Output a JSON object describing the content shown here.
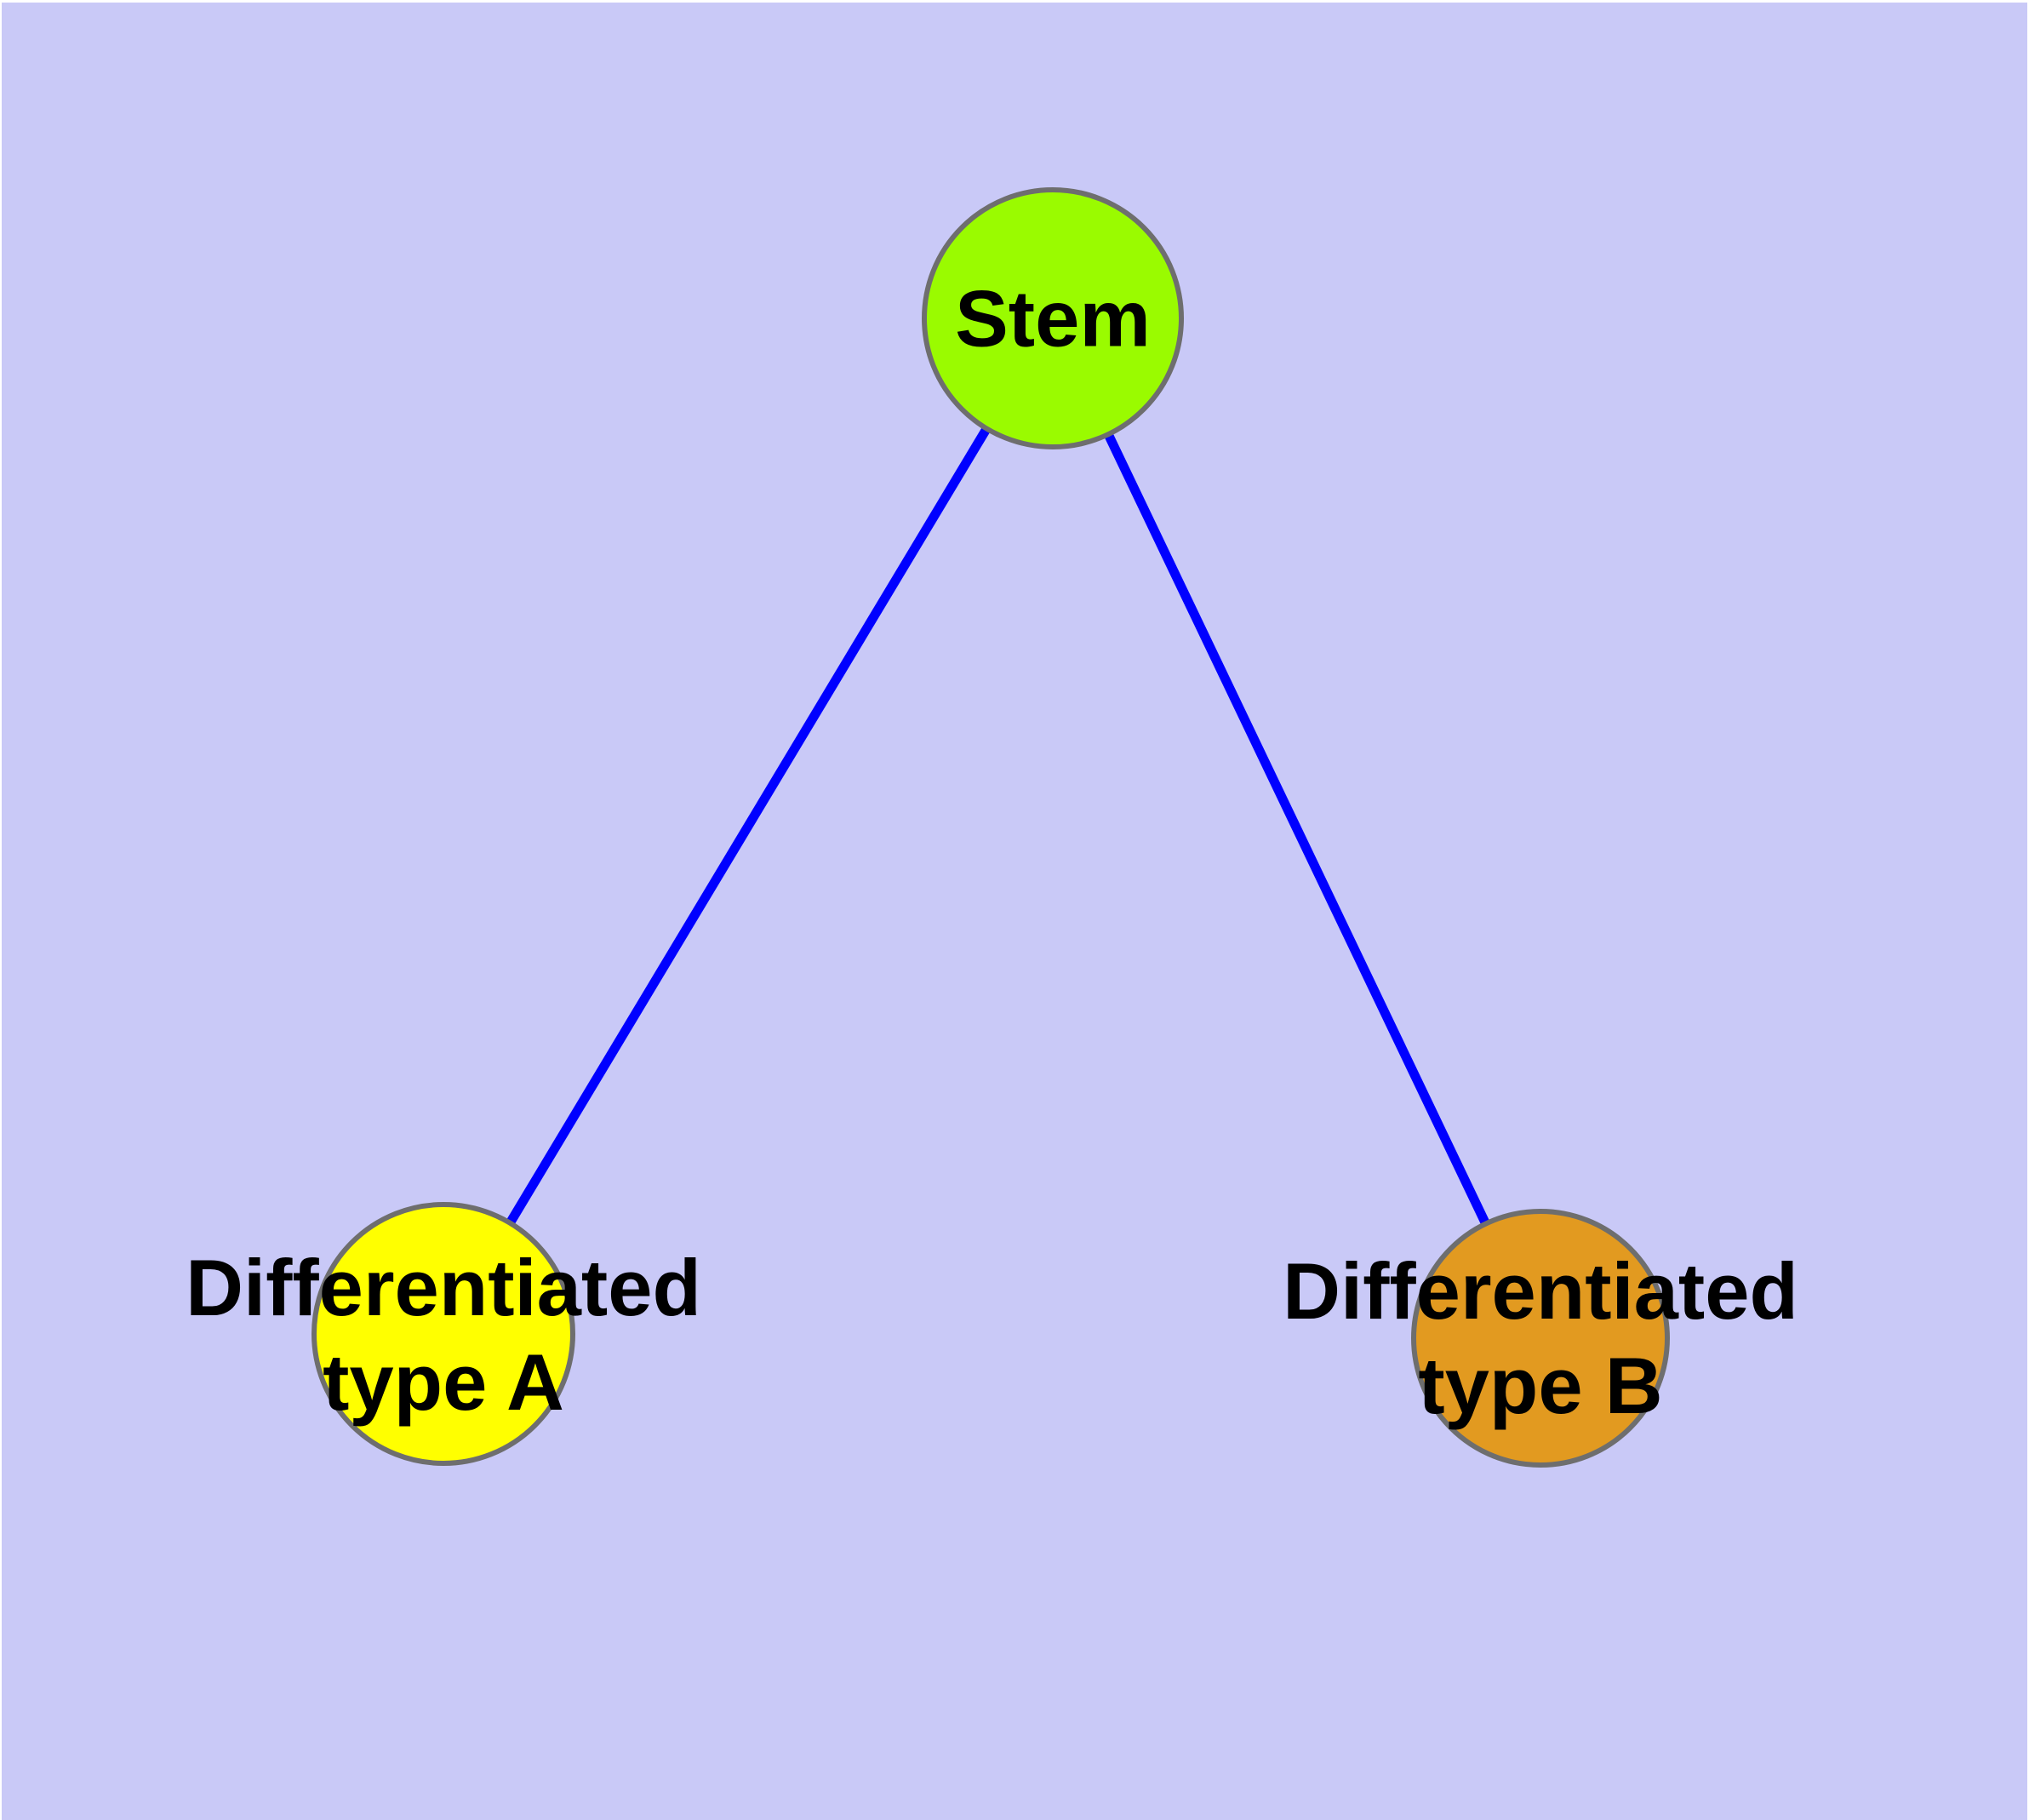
{
  "diagram": {
    "type": "node-link graph",
    "description": "Stem cell differentiation diagram: one stem node connected to two differentiated cell type nodes"
  },
  "colors": {
    "background": "#C9C9F7",
    "edge": "#0000FF",
    "node_border": "#6E6E6E",
    "label_text": "#000000",
    "stem_fill": "#9AFB00",
    "type_a_fill": "#FFFF00",
    "type_b_fill": "#E29A20"
  },
  "nodes": {
    "stem": {
      "label": "Stem",
      "fill": "#9AFB00"
    },
    "type_a": {
      "label_line1": "Differentiated",
      "label_line2": "type A",
      "fill": "#FFFF00"
    },
    "type_b": {
      "label_line1": "Differentiated",
      "label_line2": "type B",
      "fill": "#E29A20"
    }
  },
  "edges": {
    "color": "#0000FF",
    "list": [
      {
        "from": "Stem",
        "to": "Differentiated type A"
      },
      {
        "from": "Stem",
        "to": "Differentiated type B"
      }
    ]
  }
}
